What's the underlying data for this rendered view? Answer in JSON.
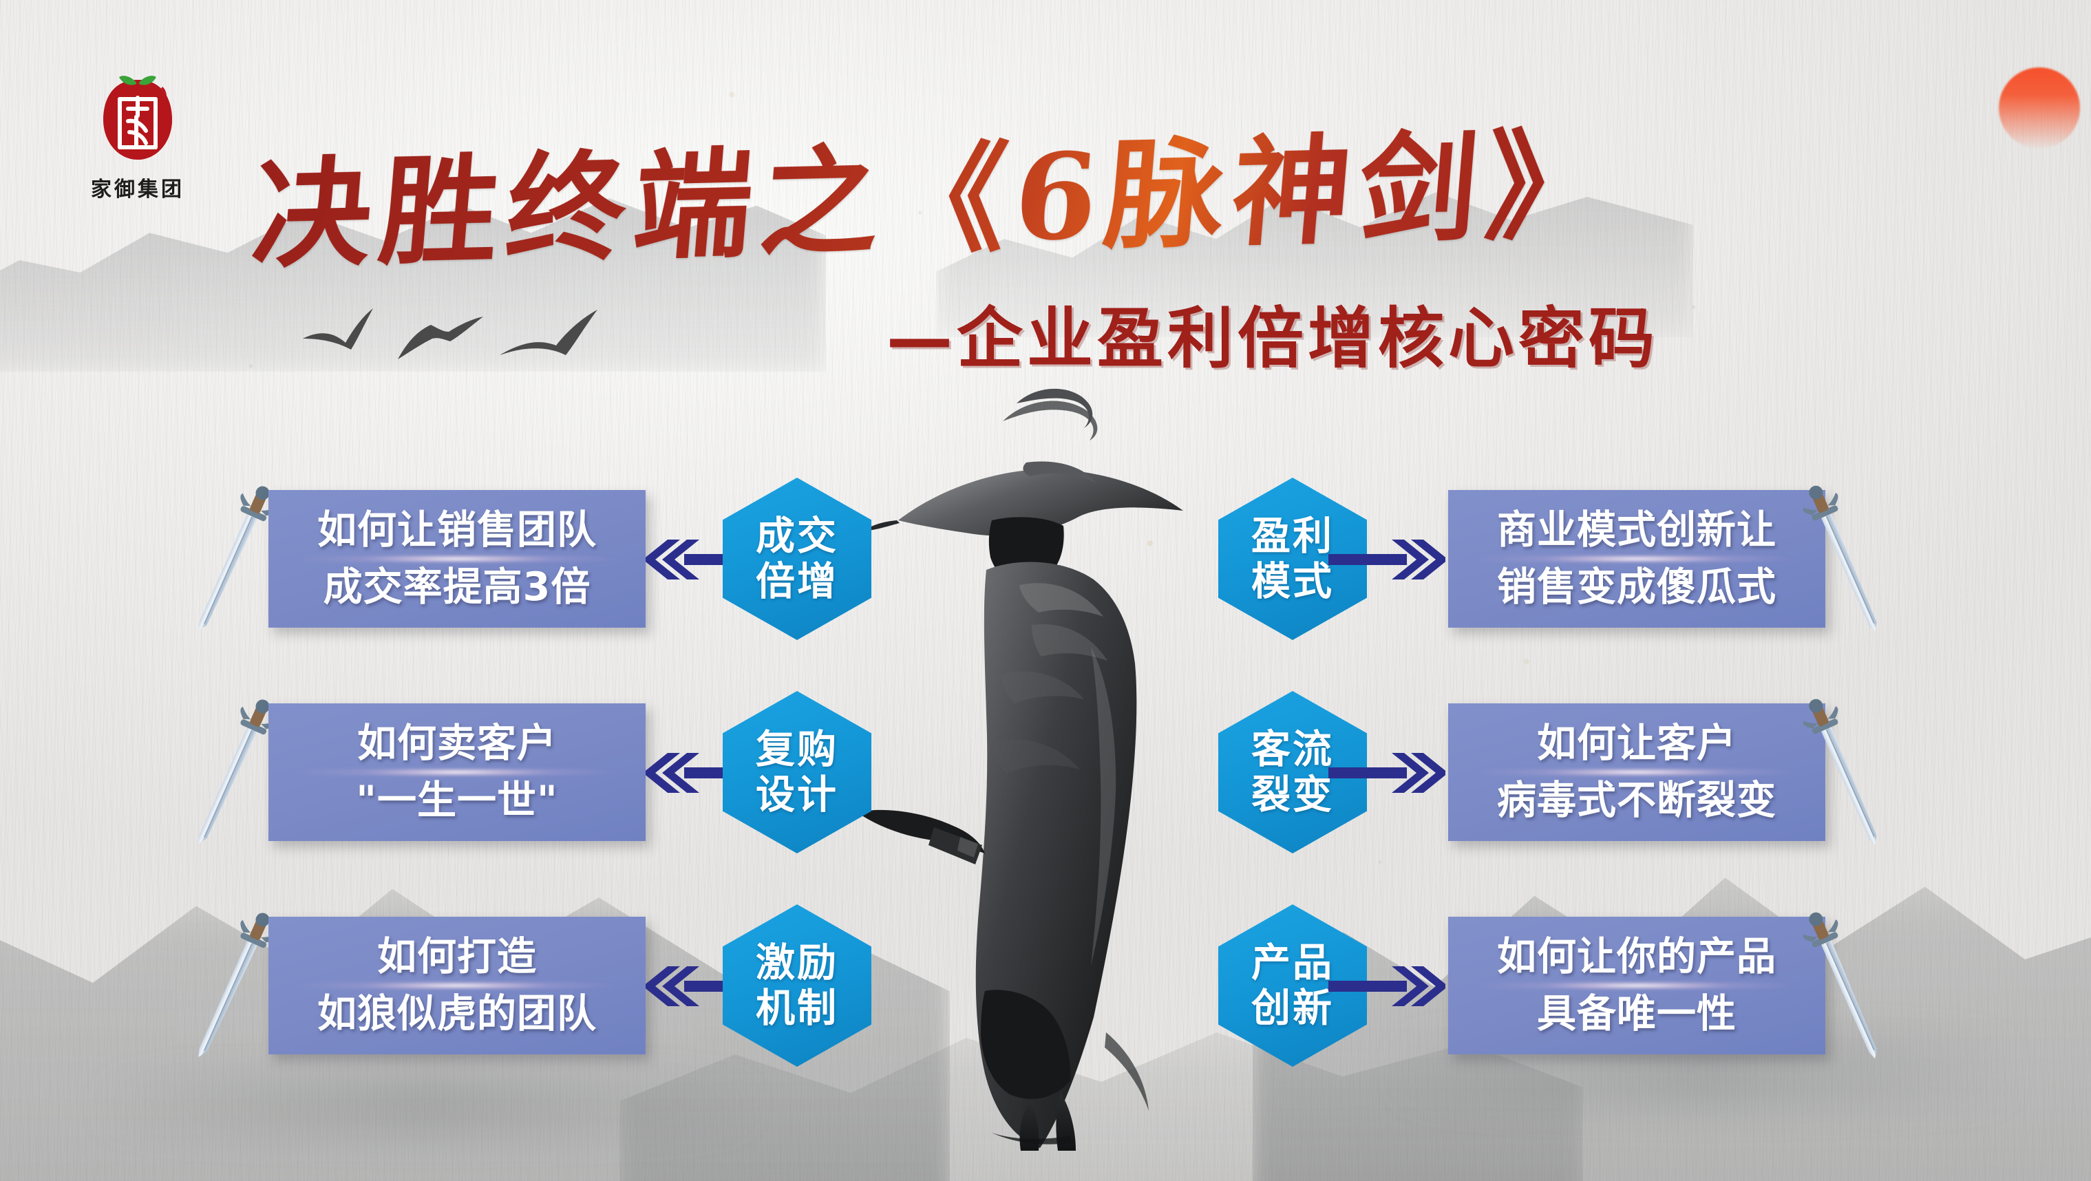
{
  "brand": {
    "logo_icon": "apple-seal-logo-icon",
    "name": "家御集团"
  },
  "header": {
    "title": "决胜终端之《6脉神剑》",
    "subtitle": "—企业盈利倍增核心密码"
  },
  "decor": {
    "sun_icon": "red-sun-icon",
    "birds_icon": "flying-birds-ink-icon",
    "warrior_icon": "ink-swordsman-figure-icon",
    "sword_icon": "chinese-jian-sword-icon",
    "arrow_left_icon": "double-chevron-left-arrow-icon",
    "arrow_right_icon": "double-chevron-right-arrow-icon",
    "mountain_icon": "ink-wash-mountain-icon"
  },
  "colors": {
    "title_red": "#a32119",
    "subtitle_red": "#a0201a",
    "hex_blue": "#1496d6",
    "box_periwinkle": "#7b8ac6",
    "arrow_navy": "#2b2e8c",
    "logo_red": "#b5161b",
    "logo_green": "#3aa33a",
    "sun_orange": "#f4542e",
    "paper_gray": "#efeeec"
  },
  "rows": [
    {
      "left_box": {
        "line1": "如何让销售团队",
        "line2": "成交率提高3倍"
      },
      "left_hex": {
        "line1": "成交",
        "line2": "倍增"
      },
      "right_hex": {
        "line1": "盈利",
        "line2": "模式"
      },
      "right_box": {
        "line1": "商业模式创新让",
        "line2": "销售变成傻瓜式"
      }
    },
    {
      "left_box": {
        "line1": "如何卖客户",
        "line2": "\"一生一世\""
      },
      "left_hex": {
        "line1": "复购",
        "line2": "设计"
      },
      "right_hex": {
        "line1": "客流",
        "line2": "裂变"
      },
      "right_box": {
        "line1": "如何让客户",
        "line2": "病毒式不断裂变"
      }
    },
    {
      "left_box": {
        "line1": "如何打造",
        "line2": "如狼似虎的团队"
      },
      "left_hex": {
        "line1": "激励",
        "line2": "机制"
      },
      "right_hex": {
        "line1": "产品",
        "line2": "创新"
      },
      "right_box": {
        "line1": "如何让你的产品",
        "line2": "具备唯一性"
      }
    }
  ]
}
